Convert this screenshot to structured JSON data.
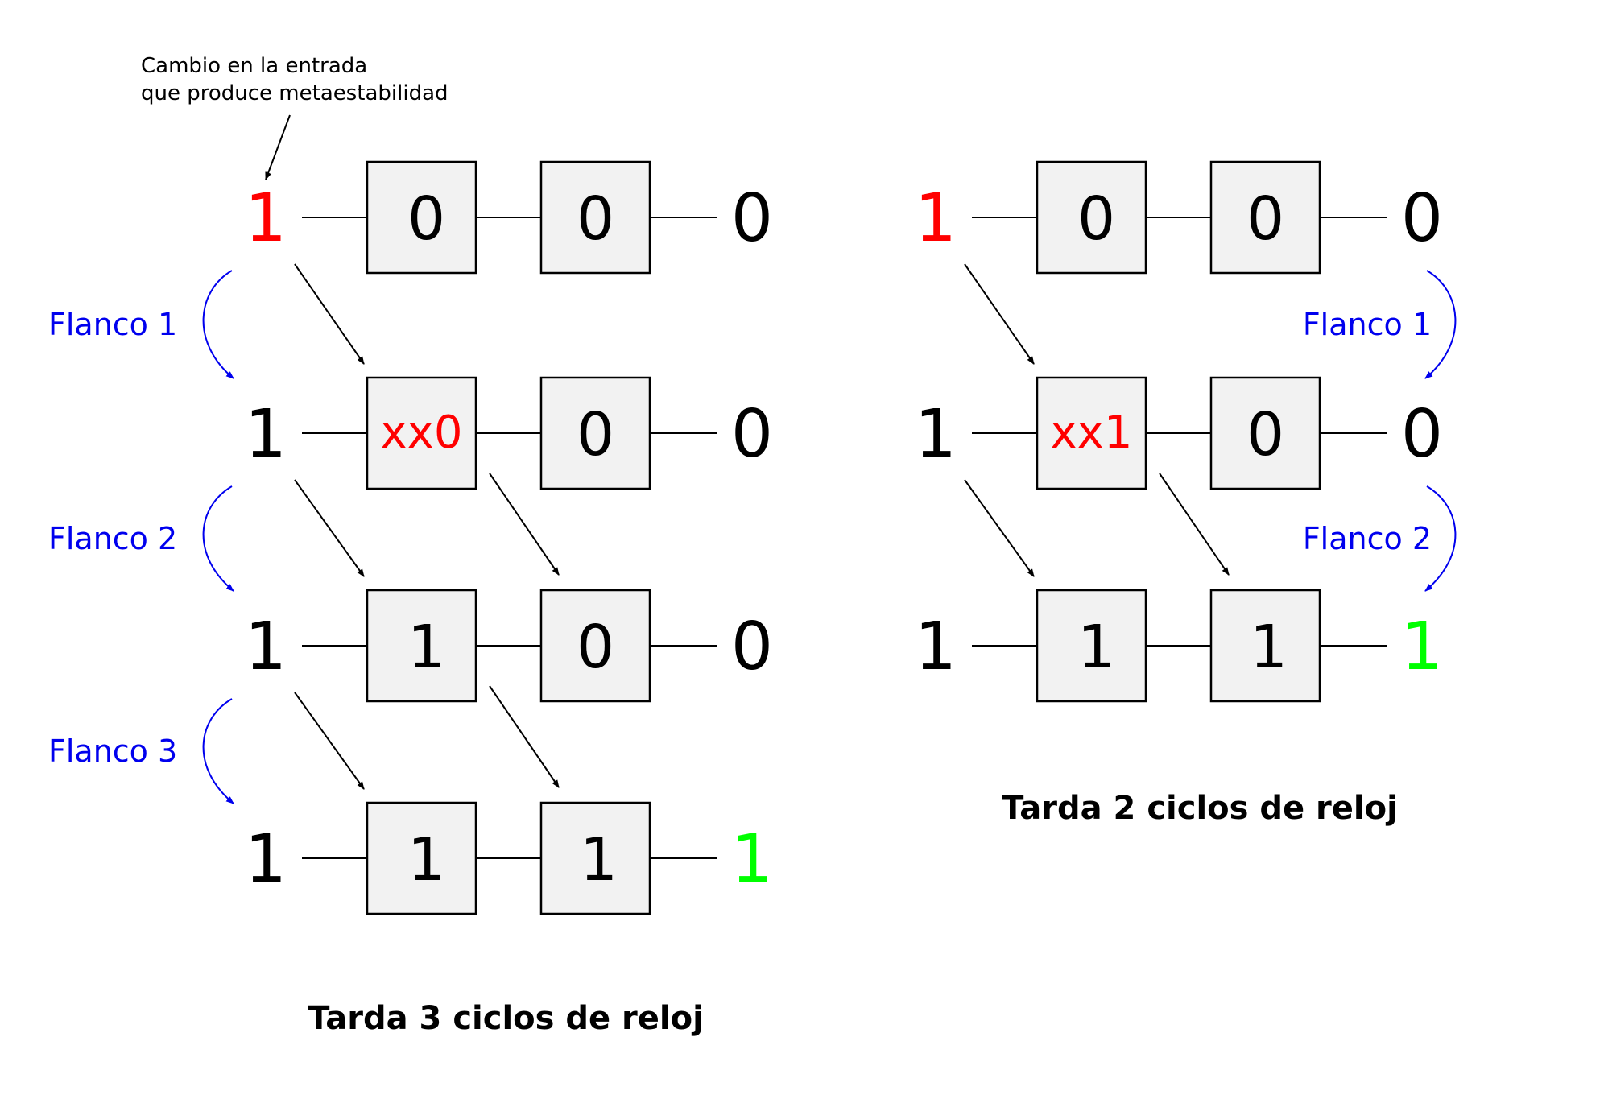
{
  "colors": {
    "text": "#000000",
    "meta": "#ff0000",
    "settled": "#00ff00",
    "flank": "#0000ee",
    "box_fill": "#f2f2f2"
  },
  "annotation": {
    "line1": "Cambio en la entrada",
    "line2": "que produce metaestabilidad"
  },
  "left": {
    "caption": "Tarda 3 ciclos de reloj",
    "flanks": [
      "Flanco 1",
      "Flanco 2",
      "Flanco 3"
    ],
    "rows": [
      {
        "input": "1",
        "input_state": "meta",
        "b1": "0",
        "b1_state": "normal",
        "b2": "0",
        "b2_state": "normal",
        "out": "0",
        "out_state": "normal"
      },
      {
        "input": "1",
        "input_state": "normal",
        "b1": "xx0",
        "b1_state": "meta",
        "b2": "0",
        "b2_state": "normal",
        "out": "0",
        "out_state": "normal"
      },
      {
        "input": "1",
        "input_state": "normal",
        "b1": "1",
        "b1_state": "normal",
        "b2": "0",
        "b2_state": "normal",
        "out": "0",
        "out_state": "normal"
      },
      {
        "input": "1",
        "input_state": "normal",
        "b1": "1",
        "b1_state": "normal",
        "b2": "1",
        "b2_state": "normal",
        "out": "1",
        "out_state": "settled"
      }
    ]
  },
  "right": {
    "caption": "Tarda 2 ciclos de reloj",
    "flanks": [
      "Flanco 1",
      "Flanco 2"
    ],
    "rows": [
      {
        "input": "1",
        "input_state": "meta",
        "b1": "0",
        "b1_state": "normal",
        "b2": "0",
        "b2_state": "normal",
        "out": "0",
        "out_state": "normal"
      },
      {
        "input": "1",
        "input_state": "normal",
        "b1": "xx1",
        "b1_state": "meta",
        "b2": "0",
        "b2_state": "normal",
        "out": "0",
        "out_state": "normal"
      },
      {
        "input": "1",
        "input_state": "normal",
        "b1": "1",
        "b1_state": "normal",
        "b2": "1",
        "b2_state": "normal",
        "out": "1",
        "out_state": "settled"
      }
    ]
  }
}
